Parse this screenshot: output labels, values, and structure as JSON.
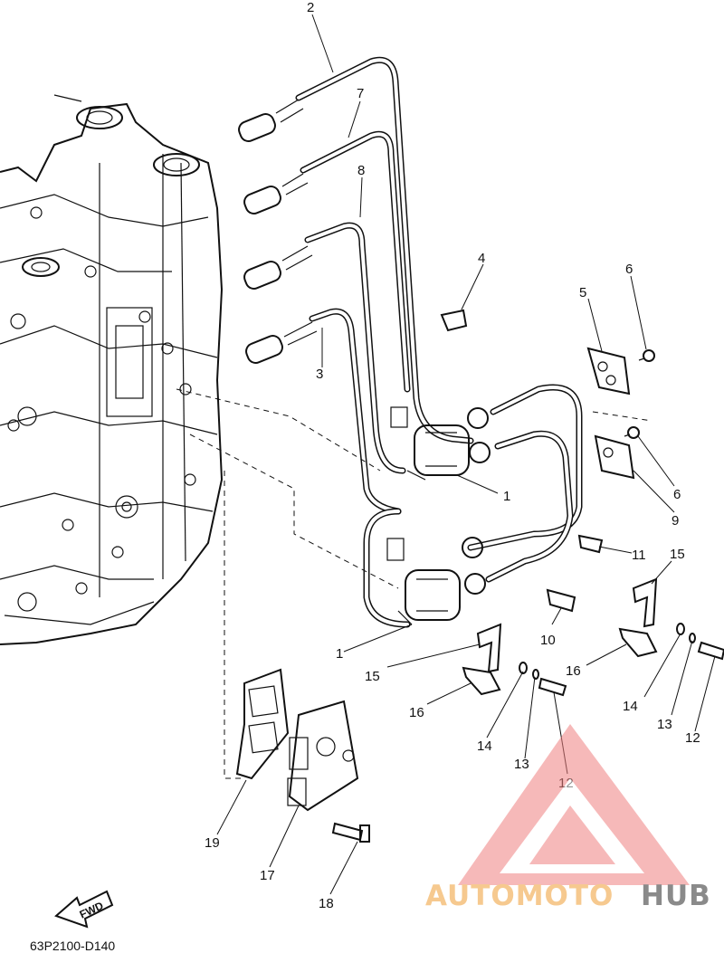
{
  "diagram_code": "63P2100-D140",
  "fwd_label": "FWD",
  "watermark": {
    "word_light": "AUTOMOTO",
    "word_dark": "HUB",
    "logo_color": "#f08080"
  },
  "callouts": [
    {
      "id": "c2",
      "text": "2"
    },
    {
      "id": "c7",
      "text": "7"
    },
    {
      "id": "c8",
      "text": "8"
    },
    {
      "id": "c4",
      "text": "4"
    },
    {
      "id": "c3",
      "text": "3"
    },
    {
      "id": "c5",
      "text": "5"
    },
    {
      "id": "c6a",
      "text": "6"
    },
    {
      "id": "c6b",
      "text": "6"
    },
    {
      "id": "c9",
      "text": "9"
    },
    {
      "id": "c1a",
      "text": "1"
    },
    {
      "id": "c1b",
      "text": "1"
    },
    {
      "id": "c11",
      "text": "11"
    },
    {
      "id": "c15a",
      "text": "15"
    },
    {
      "id": "c15b",
      "text": "15"
    },
    {
      "id": "c10",
      "text": "10"
    },
    {
      "id": "c16a",
      "text": "16"
    },
    {
      "id": "c16b",
      "text": "16"
    },
    {
      "id": "c14a",
      "text": "14"
    },
    {
      "id": "c14b",
      "text": "14"
    },
    {
      "id": "c13a",
      "text": "13"
    },
    {
      "id": "c13b",
      "text": "13"
    },
    {
      "id": "c12a",
      "text": "12"
    },
    {
      "id": "c12b",
      "text": "12"
    },
    {
      "id": "c19",
      "text": "19"
    },
    {
      "id": "c17",
      "text": "17"
    },
    {
      "id": "c18",
      "text": "18"
    }
  ]
}
